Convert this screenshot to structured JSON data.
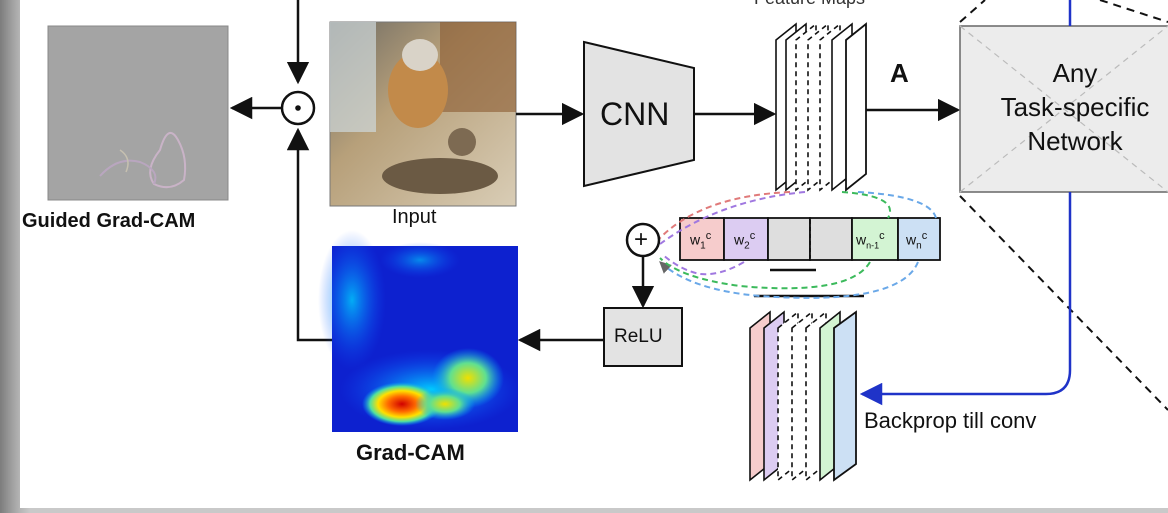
{
  "labels": {
    "feature_maps": "Feature Maps",
    "a": "A",
    "cnn": "CNN",
    "input": "Input",
    "guided_gradcam": "Guided Grad-CAM",
    "gradcam": "Grad-CAM",
    "relu": "ReLU",
    "task_line1": "Any",
    "task_line2": "Task-specific",
    "task_line3": "Network",
    "backprop": "Backprop till conv",
    "plus": "+",
    "dot": "·"
  },
  "weights": [
    {
      "label": "w",
      "sup": "c",
      "sub": "1",
      "color": "#f6cccc"
    },
    {
      "label": "w",
      "sup": "c",
      "sub": "2",
      "color": "#dcccf2"
    },
    {
      "label": "",
      "sup": "",
      "sub": "",
      "color": "#dedede"
    },
    {
      "label": "",
      "sup": "",
      "sub": "",
      "color": "#dedede"
    },
    {
      "label": "w",
      "sup": "c",
      "sub": "n-1",
      "color": "#d3f4d3"
    },
    {
      "label": "w",
      "sup": "c",
      "sub": "n",
      "color": "#cce0f4"
    }
  ],
  "colors": {
    "background_paper": "#ffffff",
    "box_fill": "#e3e3e3",
    "backprop_line": "#1f33c8",
    "arc_red": "#e07a7a",
    "arc_purple": "#a078e0",
    "arc_green": "#3cba5c",
    "arc_blue": "#6aa8e8",
    "grad_map_pink": "#f6cccc",
    "grad_map_purple": "#dcccf2",
    "grad_map_green": "#d3f4d3",
    "grad_map_blue": "#cce0f4"
  }
}
